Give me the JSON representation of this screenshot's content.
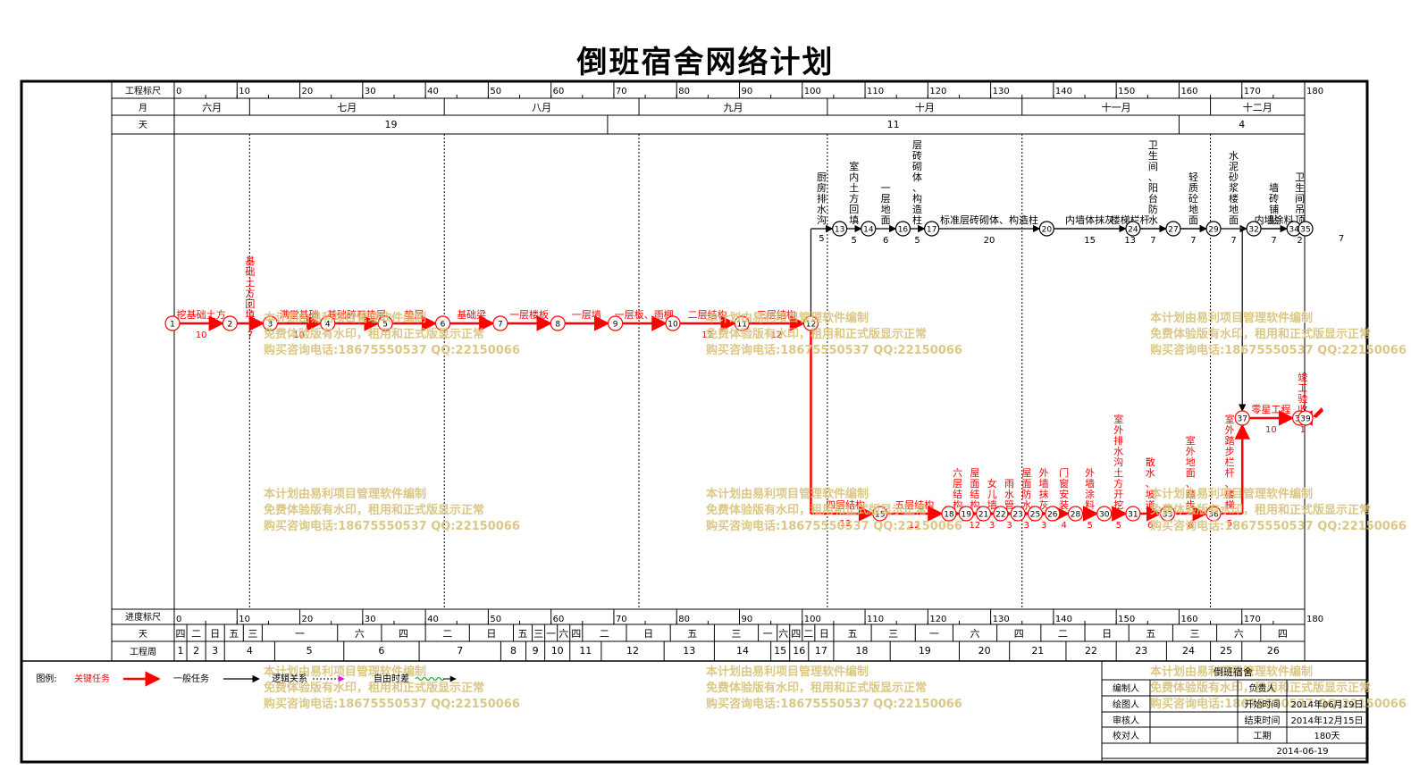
{
  "title": "倒班宿舍网络计划",
  "colors": {
    "critical": "#ff0000",
    "normal": "#000000",
    "float": "#22aa22",
    "logic": "#ff00ff",
    "watermark": "#d8c27a"
  },
  "header_rows": {
    "scale_label": "工程标尺",
    "month_label": "月",
    "day_label": "天"
  },
  "footer_rows": {
    "scale_label": "进度标尺",
    "day_label": "天",
    "week_label": "工程周"
  },
  "scale_ticks": [
    0,
    10,
    20,
    30,
    40,
    50,
    60,
    70,
    80,
    90,
    100,
    110,
    120,
    130,
    140,
    150,
    160,
    170,
    180
  ],
  "months": [
    {
      "label": "六月",
      "start": 0,
      "end": 12
    },
    {
      "label": "七月",
      "start": 12,
      "end": 43
    },
    {
      "label": "八月",
      "start": 43,
      "end": 74
    },
    {
      "label": "九月",
      "start": 74,
      "end": 104
    },
    {
      "label": "十月",
      "start": 104,
      "end": 135
    },
    {
      "label": "十一月",
      "start": 135,
      "end": 165
    },
    {
      "label": "十二月",
      "start": 165,
      "end": 180
    }
  ],
  "day_counts": [
    {
      "label": "19",
      "start": 0,
      "end": 69
    },
    {
      "label": "11",
      "start": 69,
      "end": 160
    },
    {
      "label": "4",
      "start": 160,
      "end": 180
    }
  ],
  "weekdays": [
    {
      "label": "四",
      "start": 0,
      "end": 2
    },
    {
      "label": "二",
      "start": 2,
      "end": 5
    },
    {
      "label": "日",
      "start": 5,
      "end": 8
    },
    {
      "label": "五",
      "start": 8,
      "end": 11
    },
    {
      "label": "三",
      "start": 11,
      "end": 14
    },
    {
      "label": "一",
      "start": 14,
      "end": 26
    },
    {
      "label": "六",
      "start": 26,
      "end": 33
    },
    {
      "label": "四",
      "start": 33,
      "end": 40
    },
    {
      "label": "二",
      "start": 40,
      "end": 47
    },
    {
      "label": "日",
      "start": 47,
      "end": 54
    },
    {
      "label": "五",
      "start": 54,
      "end": 57
    },
    {
      "label": "三",
      "start": 57,
      "end": 59
    },
    {
      "label": "一",
      "start": 59,
      "end": 61
    },
    {
      "label": "六",
      "start": 61,
      "end": 63
    },
    {
      "label": "四",
      "start": 63,
      "end": 65
    },
    {
      "label": "二",
      "start": 65,
      "end": 72
    },
    {
      "label": "日",
      "start": 72,
      "end": 79
    },
    {
      "label": "五",
      "start": 79,
      "end": 86
    },
    {
      "label": "三",
      "start": 86,
      "end": 93
    },
    {
      "label": "一",
      "start": 93,
      "end": 96
    },
    {
      "label": "六",
      "start": 96,
      "end": 98
    },
    {
      "label": "四",
      "start": 98,
      "end": 100
    },
    {
      "label": "二",
      "start": 100,
      "end": 102
    },
    {
      "label": "日",
      "start": 102,
      "end": 105
    },
    {
      "label": "五",
      "start": 105,
      "end": 111
    },
    {
      "label": "三",
      "start": 111,
      "end": 118
    },
    {
      "label": "一",
      "start": 118,
      "end": 124
    },
    {
      "label": "六",
      "start": 124,
      "end": 131
    },
    {
      "label": "四",
      "start": 131,
      "end": 138
    },
    {
      "label": "二",
      "start": 138,
      "end": 145
    },
    {
      "label": "日",
      "start": 145,
      "end": 152
    },
    {
      "label": "五",
      "start": 152,
      "end": 159
    },
    {
      "label": "三",
      "start": 159,
      "end": 166
    },
    {
      "label": "六",
      "start": 166,
      "end": 173
    },
    {
      "label": "四",
      "start": 173,
      "end": 180
    }
  ],
  "weeks": [
    {
      "label": "1",
      "start": 0,
      "end": 2
    },
    {
      "label": "2",
      "start": 2,
      "end": 5
    },
    {
      "label": "3",
      "start": 5,
      "end": 8
    },
    {
      "label": "4",
      "start": 8,
      "end": 16
    },
    {
      "label": "5",
      "start": 16,
      "end": 27
    },
    {
      "label": "6",
      "start": 27,
      "end": 39
    },
    {
      "label": "7",
      "start": 39,
      "end": 52
    },
    {
      "label": "8",
      "start": 52,
      "end": 56
    },
    {
      "label": "9",
      "start": 56,
      "end": 59
    },
    {
      "label": "10",
      "start": 59,
      "end": 63
    },
    {
      "label": "11",
      "start": 63,
      "end": 68
    },
    {
      "label": "12",
      "start": 68,
      "end": 78
    },
    {
      "label": "13",
      "start": 78,
      "end": 86
    },
    {
      "label": "14",
      "start": 86,
      "end": 95
    },
    {
      "label": "15",
      "start": 95,
      "end": 98
    },
    {
      "label": "16",
      "start": 98,
      "end": 101
    },
    {
      "label": "17",
      "start": 101,
      "end": 105
    },
    {
      "label": "18",
      "start": 105,
      "end": 114
    },
    {
      "label": "19",
      "start": 114,
      "end": 125
    },
    {
      "label": "20",
      "start": 125,
      "end": 133
    },
    {
      "label": "21",
      "start": 133,
      "end": 142
    },
    {
      "label": "22",
      "start": 142,
      "end": 150
    },
    {
      "label": "23",
      "start": 150,
      "end": 158
    },
    {
      "label": "24",
      "start": 158,
      "end": 165
    },
    {
      "label": "25",
      "start": 165,
      "end": 170
    },
    {
      "label": "26",
      "start": 170,
      "end": 180
    }
  ],
  "network": {
    "nodes": [
      {
        "id": "1",
        "t": 0,
        "lane": "main"
      },
      {
        "id": "2",
        "t": 10,
        "lane": "main"
      },
      {
        "id": "3",
        "t": 17,
        "lane": "main"
      },
      {
        "id": "4",
        "t": 27,
        "lane": "main"
      },
      {
        "id": "5",
        "t": 37,
        "lane": "main"
      },
      {
        "id": "6",
        "t": 47,
        "lane": "main"
      },
      {
        "id": "7",
        "t": 57,
        "lane": "main"
      },
      {
        "id": "8",
        "t": 67,
        "lane": "main"
      },
      {
        "id": "9",
        "t": 77,
        "lane": "main"
      },
      {
        "id": "10",
        "t": 87,
        "lane": "main"
      },
      {
        "id": "11",
        "t": 99,
        "lane": "main"
      },
      {
        "id": "12",
        "t": 111,
        "lane": "main"
      },
      {
        "id": "13",
        "t": 116,
        "lane": "top"
      },
      {
        "id": "14",
        "t": 121,
        "lane": "top"
      },
      {
        "id": "16",
        "t": 127,
        "lane": "top"
      },
      {
        "id": "17",
        "t": 132,
        "lane": "top"
      },
      {
        "id": "20",
        "t": 152,
        "lane": "top"
      },
      {
        "id": "24",
        "t": 167,
        "lane": "top"
      },
      {
        "id": "27",
        "t": 174,
        "lane": "top"
      },
      {
        "id": "29",
        "t": 181,
        "lane": "top"
      },
      {
        "id": "32",
        "t": 188,
        "lane": "top"
      },
      {
        "id": "34",
        "t": 195,
        "lane": "top"
      },
      {
        "id": "35",
        "t": 197,
        "lane": "top"
      },
      {
        "id": "15",
        "t": 123,
        "lane": "bottom"
      },
      {
        "id": "18",
        "t": 135,
        "lane": "bottom"
      },
      {
        "id": "19",
        "t": 138,
        "lane": "bottom"
      },
      {
        "id": "21",
        "t": 141,
        "lane": "bottom"
      },
      {
        "id": "22",
        "t": 144,
        "lane": "bottom"
      },
      {
        "id": "23",
        "t": 147,
        "lane": "bottom"
      },
      {
        "id": "25",
        "t": 150,
        "lane": "bottom"
      },
      {
        "id": "26",
        "t": 153,
        "lane": "bottom"
      },
      {
        "id": "28",
        "t": 157,
        "lane": "bottom"
      },
      {
        "id": "30",
        "t": 162,
        "lane": "bottom"
      },
      {
        "id": "31",
        "t": 167,
        "lane": "bottom"
      },
      {
        "id": "33",
        "t": 173,
        "lane": "bottom"
      },
      {
        "id": "36",
        "t": 181,
        "lane": "bottom"
      },
      {
        "id": "37",
        "t": 186,
        "lane": "end"
      },
      {
        "id": "38",
        "t": 196,
        "lane": "end"
      },
      {
        "id": "39",
        "t": 197,
        "lane": "end"
      }
    ],
    "tasks": [
      {
        "from": "1",
        "to": "2",
        "name": "挖基础土方",
        "dur": "10",
        "critical": true
      },
      {
        "from": "2",
        "to": "3",
        "name": "基础土方回填",
        "dur": "7",
        "critical": true
      },
      {
        "from": "3",
        "to": "4",
        "name": "满堂基础",
        "dur": "10",
        "critical": true
      },
      {
        "from": "4",
        "to": "5",
        "name": "基础碎石垫层",
        "dur": "",
        "critical": true
      },
      {
        "from": "5",
        "to": "6",
        "name": "垫层",
        "dur": "",
        "critical": true
      },
      {
        "from": "6",
        "to": "7",
        "name": "基础梁",
        "dur": "",
        "critical": true
      },
      {
        "from": "7",
        "to": "8",
        "name": "一层楼板",
        "dur": "",
        "critical": true
      },
      {
        "from": "8",
        "to": "9",
        "name": "一层墙",
        "dur": "",
        "critical": true
      },
      {
        "from": "9",
        "to": "10",
        "name": "一层板、雨棚",
        "dur": "",
        "critical": true
      },
      {
        "from": "10",
        "to": "11",
        "name": "二层结构",
        "dur": "12",
        "critical": true
      },
      {
        "from": "11",
        "to": "12",
        "name": "三层结构",
        "dur": "12",
        "critical": true
      },
      {
        "from": "12",
        "to": "13",
        "name": "厨房排水沟",
        "dur": "5",
        "critical": false
      },
      {
        "from": "13",
        "to": "14",
        "name": "室内土方回填",
        "dur": "5",
        "critical": false
      },
      {
        "from": "14",
        "to": "16",
        "name": "一层地面",
        "dur": "6",
        "critical": false
      },
      {
        "from": "16",
        "to": "17",
        "name": "一层砖砌体、构造柱",
        "dur": "5",
        "critical": false
      },
      {
        "from": "17",
        "to": "20",
        "name": "标准层砖砌体、构造柱",
        "dur": "20",
        "critical": false
      },
      {
        "from": "20",
        "to": "24",
        "name": "内墙体抹灰",
        "dur": "15",
        "critical": false
      },
      {
        "from": "24",
        "to": "27",
        "name": "卫生间、阳台防水",
        "dur": "7",
        "critical": false
      },
      {
        "from": "27",
        "to": "29",
        "name": "轻质砼地面",
        "dur": "7",
        "critical": false
      },
      {
        "from": "29",
        "to": "32",
        "name": "水泥砂浆楼地面",
        "dur": "7",
        "critical": false
      },
      {
        "from": "32",
        "to": "34",
        "name": "墙砖铺贴",
        "dur": "7",
        "critical": false
      },
      {
        "from": "34",
        "to": "35",
        "name": "卫生间吊顶",
        "dur": "2",
        "critical": false
      },
      {
        "from": "35",
        "to": "37",
        "name": "内墙涂料",
        "dur": "7",
        "critical": false
      },
      {
        "from": "20",
        "to": "29",
        "name": "楼梯栏杆",
        "dur": "13",
        "critical": false
      },
      {
        "from": "12",
        "to": "15",
        "name": "四层结构",
        "dur": "12",
        "critical": true
      },
      {
        "from": "15",
        "to": "18",
        "name": "五层结构",
        "dur": "12",
        "critical": true
      },
      {
        "from": "18",
        "to": "19",
        "name": "六层结构",
        "dur": "",
        "critical": true
      },
      {
        "from": "19",
        "to": "21",
        "name": "屋面结构",
        "dur": "12",
        "critical": true
      },
      {
        "from": "21",
        "to": "22",
        "name": "女儿墙",
        "dur": "3",
        "critical": true
      },
      {
        "from": "22",
        "to": "23",
        "name": "雨水管",
        "dur": "3",
        "critical": true
      },
      {
        "from": "23",
        "to": "25",
        "name": "屋面防水",
        "dur": "3",
        "critical": true
      },
      {
        "from": "25",
        "to": "26",
        "name": "外墙抹灰",
        "dur": "3",
        "critical": true
      },
      {
        "from": "26",
        "to": "28",
        "name": "门窗安装",
        "dur": "4",
        "critical": true
      },
      {
        "from": "28",
        "to": "30",
        "name": "外墙涂料",
        "dur": "5",
        "critical": true
      },
      {
        "from": "30",
        "to": "31",
        "name": "室外排水沟土方开挖",
        "dur": "5",
        "critical": true
      },
      {
        "from": "31",
        "to": "33",
        "name": "散水、坡道",
        "dur": "6",
        "critical": true
      },
      {
        "from": "33",
        "to": "36",
        "name": "室外地面、踏步",
        "dur": "8",
        "critical": true
      },
      {
        "from": "36",
        "to": "37",
        "name": "室外踏步栏杆、楼梯",
        "dur": "5",
        "critical": true
      },
      {
        "from": "37",
        "to": "38",
        "name": "零星工程",
        "dur": "10",
        "critical": true
      },
      {
        "from": "38",
        "to": "39",
        "name": "竣工验收",
        "dur": "1",
        "critical": true
      }
    ]
  },
  "watermark_lines": [
    "本计划由易利项目管理软件编制",
    "免费体验版有水印，租用和正式版显示正常",
    "购买咨询电话:18675550537 QQ:22150066"
  ],
  "legend": {
    "label": "图例:",
    "critical": "关键任务",
    "normal": "一般任务",
    "logic": "逻辑关系",
    "float": "自由时差"
  },
  "info": {
    "project": "倒班宿舍",
    "rows": [
      {
        "k": "编制人",
        "k2": "负责人",
        "v2": ""
      },
      {
        "k": "绘图人",
        "k2": "开始时间",
        "v2": "2014年06月19日"
      },
      {
        "k": "审核人",
        "k2": "结束时间",
        "v2": "2014年12月15日"
      },
      {
        "k": "校对人",
        "k2": "工期",
        "v2": "180天"
      }
    ],
    "date": "2014-06-19"
  }
}
